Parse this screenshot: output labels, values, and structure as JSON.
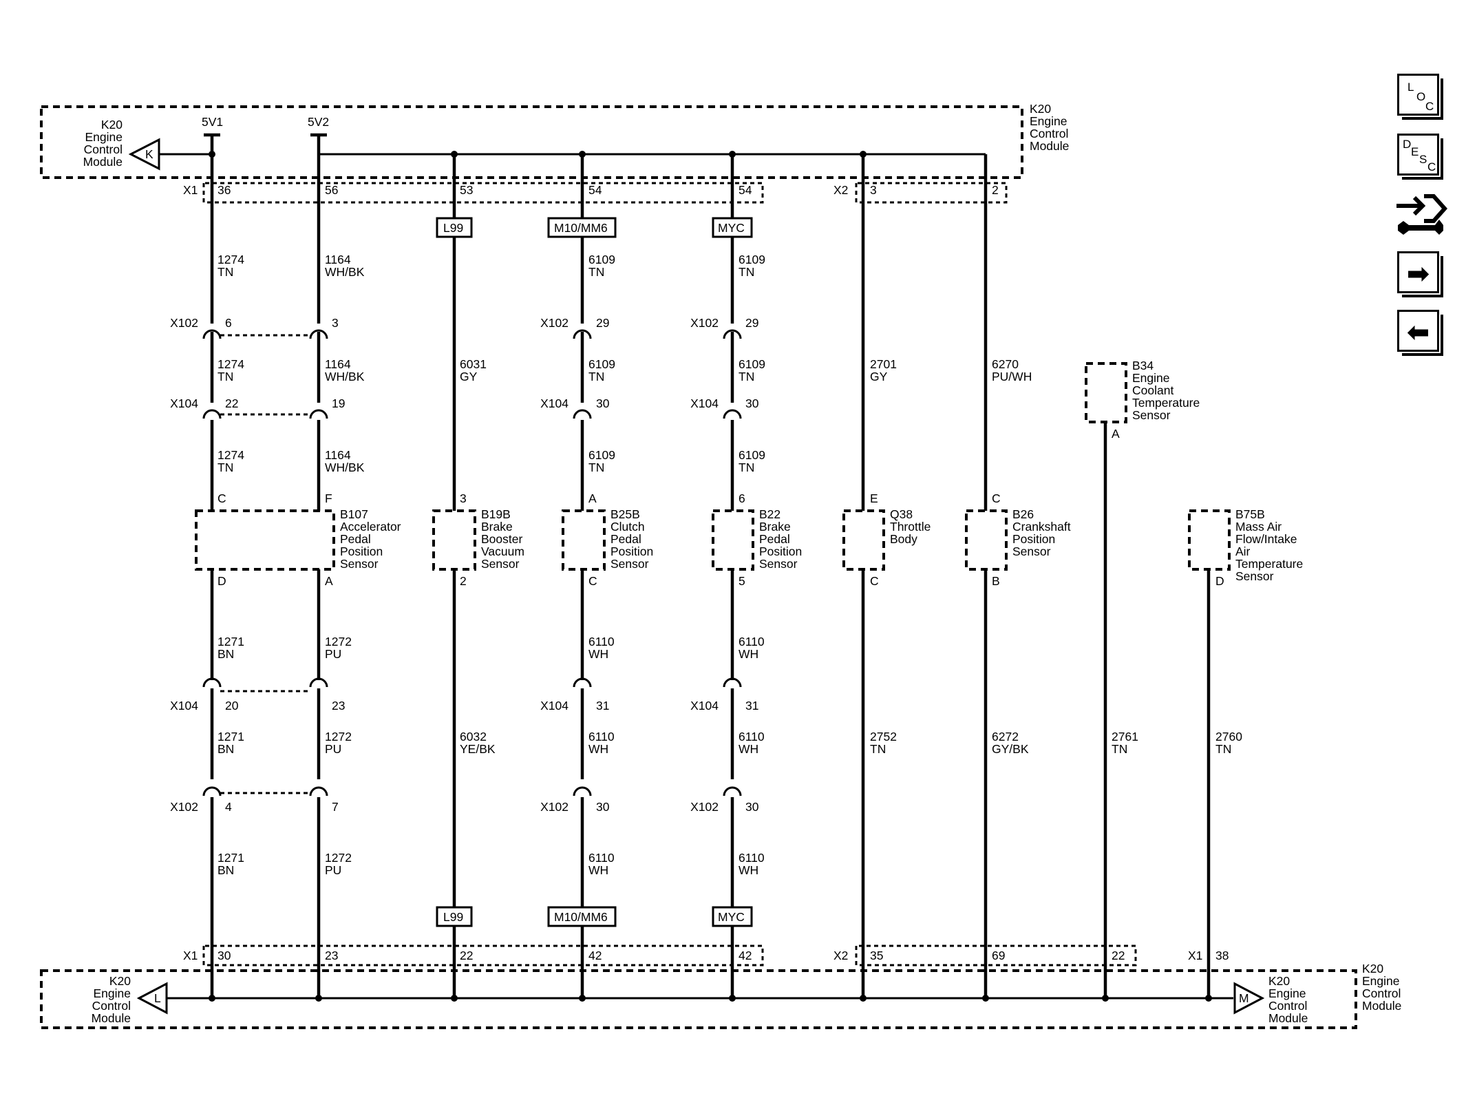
{
  "modules": {
    "k20_top_left": [
      "K20",
      "Engine",
      "Control",
      "Module"
    ],
    "k20_top_right": [
      "K20",
      "Engine",
      "Control",
      "Module"
    ],
    "k20_bottom_left": [
      "K20",
      "Engine",
      "Control",
      "Module"
    ],
    "k20_bottom_mid": [
      "K20",
      "Engine",
      "Control",
      "Module"
    ],
    "k20_bottom_right": [
      "K20",
      "Engine",
      "Control",
      "Module"
    ],
    "ref_k": "K",
    "ref_l": "L",
    "ref_m": "M"
  },
  "supplies": {
    "v1": "5V1",
    "v2": "5V2"
  },
  "top_connectors": {
    "x1_label": "X1",
    "x2_label": "X2",
    "x1_pins": [
      "36",
      "56",
      "53",
      "54",
      "54"
    ],
    "x2_pins": [
      "3",
      "2"
    ]
  },
  "bottom_connectors": {
    "x1_label": "X1",
    "x2_label": "X2",
    "x1b_label": "X1",
    "x1_pins": [
      "30",
      "23",
      "22",
      "42",
      "42"
    ],
    "x2_pins": [
      "35",
      "69",
      "22"
    ],
    "x1b_pins": [
      "38"
    ]
  },
  "options": {
    "top": [
      "L99",
      "M10/MM6",
      "MYC"
    ],
    "bottom": [
      "L99",
      "M10/MM6",
      "MYC"
    ]
  },
  "inline_connectors": {
    "x102": "X102",
    "x104": "X104",
    "top_x102_pins": [
      "6",
      "3",
      "29",
      "29"
    ],
    "top_x104_pins": [
      "22",
      "19",
      "30",
      "30"
    ],
    "bot_x104_pins": [
      "20",
      "23",
      "31",
      "31"
    ],
    "bot_x102_pins": [
      "4",
      "7",
      "30",
      "30"
    ]
  },
  "wires": {
    "c1_a": [
      "1274",
      "TN"
    ],
    "c1_b": [
      "1274",
      "TN"
    ],
    "c1_c": [
      "1274",
      "TN"
    ],
    "c1_d": [
      "1271",
      "BN"
    ],
    "c1_e": [
      "1271",
      "BN"
    ],
    "c1_f": [
      "1271",
      "BN"
    ],
    "c2_a": [
      "1164",
      "WH/BK"
    ],
    "c2_b": [
      "1164",
      "WH/BK"
    ],
    "c2_c": [
      "1164",
      "WH/BK"
    ],
    "c2_d": [
      "1272",
      "PU"
    ],
    "c2_e": [
      "1272",
      "PU"
    ],
    "c2_f": [
      "1272",
      "PU"
    ],
    "c3_a": [
      "6031",
      "GY"
    ],
    "c3_b": [
      "6032",
      "YE/BK"
    ],
    "c4_a": [
      "6109",
      "TN"
    ],
    "c4_b": [
      "6109",
      "TN"
    ],
    "c4_c": [
      "6109",
      "TN"
    ],
    "c4_d": [
      "6110",
      "WH"
    ],
    "c4_e": [
      "6110",
      "WH"
    ],
    "c4_f": [
      "6110",
      "WH"
    ],
    "c5_a": [
      "6109",
      "TN"
    ],
    "c5_b": [
      "6109",
      "TN"
    ],
    "c5_c": [
      "6109",
      "TN"
    ],
    "c5_d": [
      "6110",
      "WH"
    ],
    "c5_e": [
      "6110",
      "WH"
    ],
    "c5_f": [
      "6110",
      "WH"
    ],
    "c6_a": [
      "2701",
      "GY"
    ],
    "c6_b": [
      "2752",
      "TN"
    ],
    "c7_a": [
      "6270",
      "PU/WH"
    ],
    "c7_b": [
      "6272",
      "GY/BK"
    ],
    "c8_a": [
      "2761",
      "TN"
    ],
    "c9_a": [
      "2760",
      "TN"
    ]
  },
  "components": {
    "b107": {
      "name": [
        "B107",
        "Accelerator",
        "Pedal",
        "Position",
        "Sensor"
      ],
      "pins": [
        "C",
        "F",
        "D",
        "A"
      ]
    },
    "b19b": {
      "name": [
        "B19B",
        "Brake",
        "Booster",
        "Vacuum",
        "Sensor"
      ],
      "pins": [
        "3",
        "2"
      ]
    },
    "b25b": {
      "name": [
        "B25B",
        "Clutch",
        "Pedal",
        "Position",
        "Sensor"
      ],
      "pins": [
        "A",
        "C"
      ]
    },
    "b22": {
      "name": [
        "B22",
        "Brake",
        "Pedal",
        "Position",
        "Sensor"
      ],
      "pins": [
        "6",
        "5"
      ]
    },
    "q38": {
      "name": [
        "Q38",
        "Throttle",
        "Body"
      ],
      "pins": [
        "E",
        "C"
      ]
    },
    "b26": {
      "name": [
        "B26",
        "Crankshaft",
        "Position",
        "Sensor"
      ],
      "pins": [
        "C",
        "B"
      ]
    },
    "b34": {
      "name": [
        "B34",
        "Engine",
        "Coolant",
        "Temperature",
        "Sensor"
      ],
      "pins": [
        "A"
      ]
    },
    "b75b": {
      "name": [
        "B75B",
        "Mass Air",
        "Flow/Intake",
        "Air",
        "Temperature",
        "Sensor"
      ],
      "pins": [
        "D"
      ]
    }
  },
  "nav": {
    "loc": [
      "L",
      "O",
      "C"
    ],
    "desc": [
      "D",
      "E",
      "S",
      "C"
    ]
  }
}
